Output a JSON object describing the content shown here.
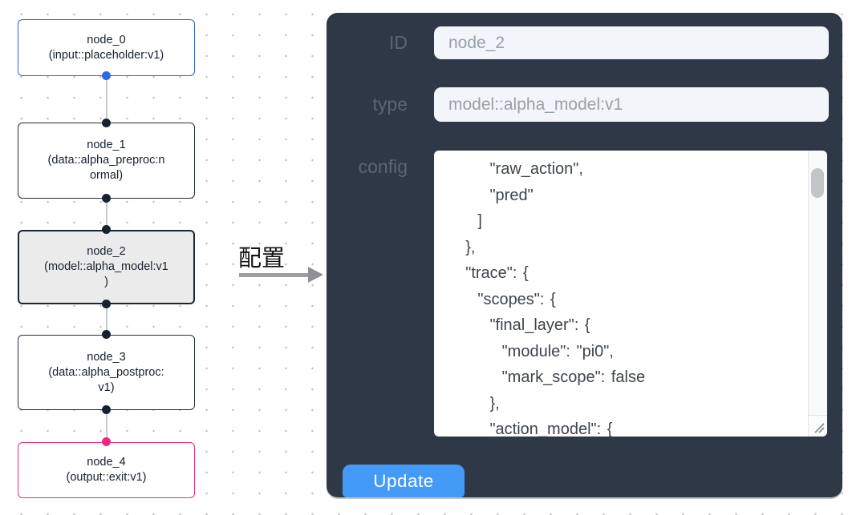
{
  "flow": {
    "arrow_label": "配置",
    "nodes": [
      {
        "id": "node_0",
        "role": "input",
        "selected": false,
        "lines": [
          "node_0",
          "(input::placeholder:v1)"
        ]
      },
      {
        "id": "node_1",
        "role": "processor",
        "selected": false,
        "lines": [
          "node_1",
          "(data::alpha_preproc:n",
          "ormal)"
        ]
      },
      {
        "id": "node_2",
        "role": "model",
        "selected": true,
        "lines": [
          "node_2",
          "(model::alpha_model:v1",
          ")"
        ]
      },
      {
        "id": "node_3",
        "role": "processor",
        "selected": false,
        "lines": [
          "node_3",
          "(data::alpha_postproc:",
          "v1)"
        ]
      },
      {
        "id": "node_4",
        "role": "output",
        "selected": false,
        "lines": [
          "node_4",
          "(output::exit:v1)"
        ]
      }
    ]
  },
  "panel": {
    "fields": [
      {
        "label": "ID",
        "value": "node_2"
      },
      {
        "label": "type",
        "value": "model::alpha_model:v1"
      }
    ],
    "config_label": "config",
    "config_lines": [
      "        \"raw_action\",",
      "        \"pred\"",
      "      ]",
      "    },",
      "    \"trace\": {",
      "      \"scopes\": {",
      "        \"final_layer\": {",
      "          \"module\": \"pi0\",",
      "          \"mark_scope\": false",
      "        },",
      "        \"action_model\": {"
    ],
    "update_label": "Update"
  },
  "colors": {
    "panel_bg": "#2e3847",
    "accent_blue": "#449af7",
    "input_node_blue": "#2e65d4",
    "output_node_pink": "#ee2e7d",
    "port_dot_dark": "#182130",
    "port_dot_blue": "#2a6ae8",
    "port_dot_pink": "#f0267c",
    "selected_node_bg": "#ebebeb",
    "field_bg": "#f2f5f9",
    "field_text": "#97a0ab",
    "label_text": "#5c6776"
  }
}
